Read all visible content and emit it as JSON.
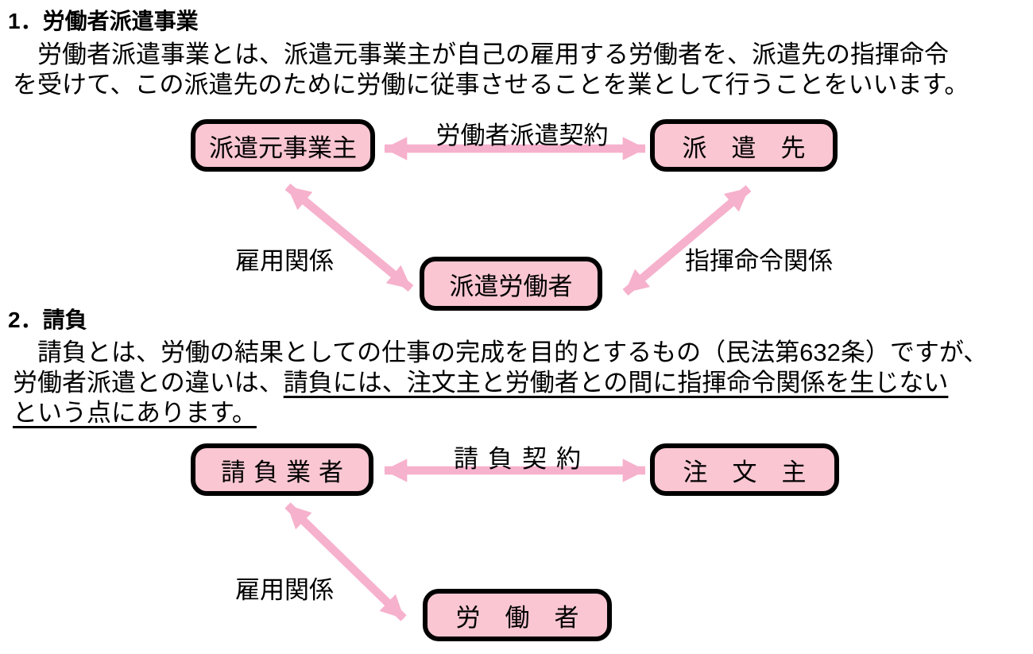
{
  "colors": {
    "background": "#ffffff",
    "box_fill": "#f9c6d2",
    "box_border": "#000000",
    "arrow": "#f6b1cc",
    "text": "#000000"
  },
  "section1": {
    "heading": "1．労働者派遣事業",
    "body_line1": "　労働者派遣事業とは、派遣元事業主が自己の雇用する労働者を、派遣先の指揮命令",
    "body_line2": "を受けて、この派遣先のために労働に従事させることを業として行うことをいいます。",
    "diagram": {
      "box_dispatching_employer": "派遣元事業主",
      "box_client": "派　遣　先",
      "box_dispatched_worker": "派遣労働者",
      "label_dispatch_contract": "労働者派遣契約",
      "label_employment_relation": "雇用関係",
      "label_command_relation": "指揮命令関係"
    }
  },
  "section2": {
    "heading": "2．請負",
    "body_line1": "　請負とは、労働の結果としての仕事の完成を目的とするもの（民法第632条）ですが、",
    "body_line2_normal": "労働者派遣との違いは、",
    "body_line2_underline": "請負には、注文主と労働者との間に指揮命令関係を生じない",
    "body_line3_underline": "という点にあります。",
    "diagram": {
      "box_contractor": "請負業者",
      "box_orderer": "注　文　主",
      "box_worker": "労　働　者",
      "label_contract": "請負契約",
      "label_employment_relation": "雇用関係"
    }
  }
}
